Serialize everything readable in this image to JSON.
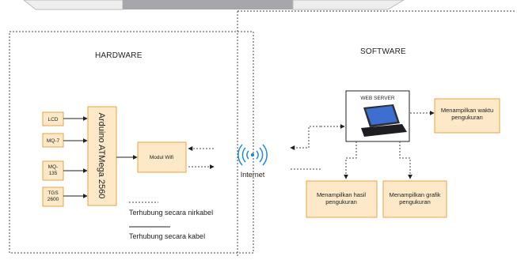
{
  "hardware": {
    "title": "HARDWARE",
    "sensors": [
      "LCD",
      "MQ-7",
      "MQ-\n135",
      "TGS\n2600"
    ],
    "mcu": "Arduino ATMega 2560",
    "wifi": "Modul Wifi"
  },
  "software": {
    "title": "SOFTWARE",
    "server": "WEB SERVER",
    "outputs": {
      "time": "Menampilkan waktu\npengukuran",
      "results": "Menampilkan hasil\npengukuran",
      "graph": "Menampilkan grafik\npengukuran"
    }
  },
  "network": {
    "label": "Internet"
  },
  "legend": {
    "wireless": "Terhubung secara nirkabel",
    "wired": "Terhubung secara kabel"
  }
}
